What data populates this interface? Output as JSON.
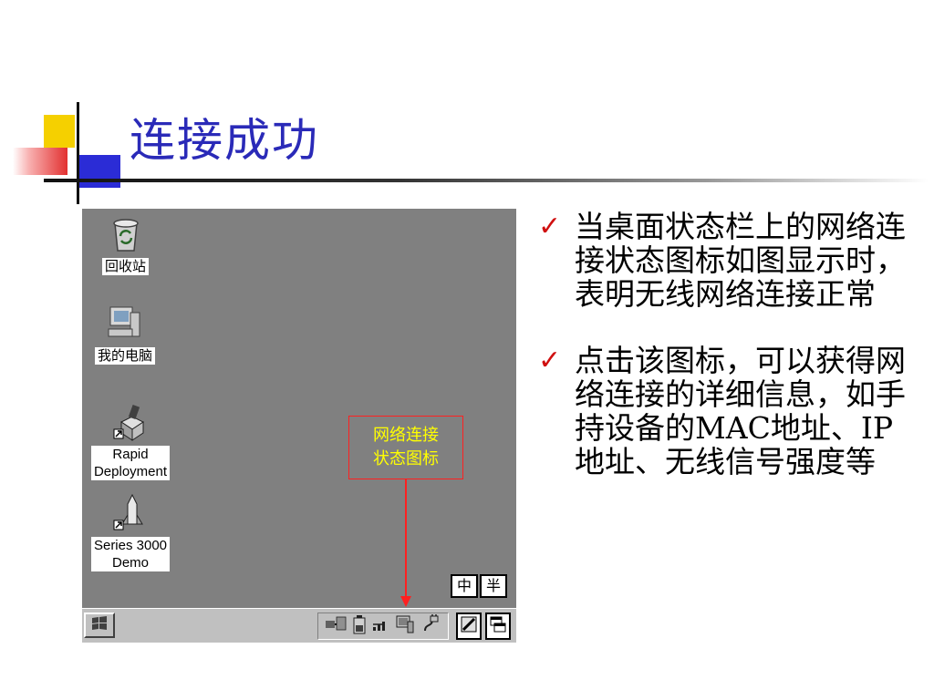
{
  "slide": {
    "title": "连接成功"
  },
  "desktop": {
    "icons": [
      {
        "label": "回收站"
      },
      {
        "label": "我的电脑"
      },
      {
        "label": "Rapid\nDeployment"
      },
      {
        "label": "Series 3000\nDemo"
      }
    ],
    "callout": {
      "line1": "网络连接",
      "line2": "状态图标"
    },
    "ime": {
      "chinese": "中",
      "half": "半"
    }
  },
  "taskbar": {
    "start_icon": "windows-flag-icon",
    "tray_icons": [
      "network-connection-icon",
      "battery-icon",
      "signal-icon",
      "computer-icon",
      "wireless-connection-icon"
    ],
    "buttons": [
      "keyboard-pen-icon",
      "desktop-windows-icon"
    ]
  },
  "bullets": [
    {
      "text": "当桌面状态栏上的网络连接状态图标如图显示时，表明无线网络连接正常"
    },
    {
      "text": "点击该图标，可以获得网络连接的详细信息，如手持设备的MAC地址、IP地址、无线信号强度等"
    }
  ],
  "colors": {
    "title": "#2a2ab8",
    "check": "#d01010",
    "callout_text": "#ffff00",
    "callout_border": "#ff2020",
    "desktop": "#808080"
  }
}
